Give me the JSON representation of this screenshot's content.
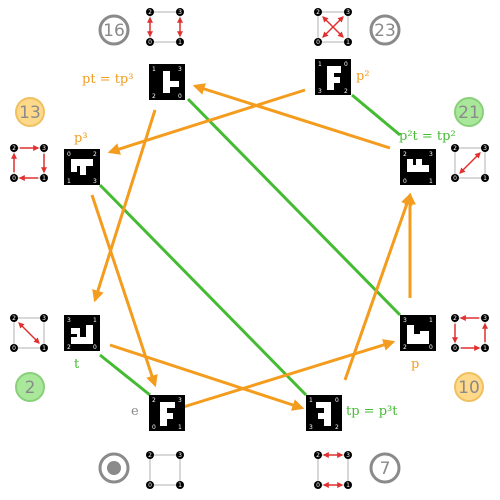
{
  "colors": {
    "orange": "#f39c1e",
    "green": "#44bb33",
    "gray": "#8a8a8a",
    "red": "#e03030",
    "badge_orange_fill": "#ffd98a",
    "badge_orange_stroke": "#f0c060",
    "badge_green_fill": "#a9e89a",
    "badge_green_stroke": "#88d07a"
  },
  "labels": {
    "e": "e",
    "t": "t",
    "p": "p",
    "p3": "p³",
    "p2": "p²",
    "pt_eq_tp3": "pt = tp³",
    "p2t_eq_tp2": "p²t = tp²",
    "tp_eq_p3t": "tp = p³t"
  },
  "badges": [
    {
      "id": "16",
      "text": "16",
      "style": "gray"
    },
    {
      "id": "23",
      "text": "23",
      "style": "gray"
    },
    {
      "id": "13",
      "text": "13",
      "style": "orange"
    },
    {
      "id": "21",
      "text": "21",
      "style": "green"
    },
    {
      "id": "2",
      "text": "2",
      "style": "green"
    },
    {
      "id": "10",
      "text": "10",
      "style": "orange"
    },
    {
      "id": "7",
      "text": "7",
      "style": "gray"
    },
    {
      "id": "id",
      "text": "",
      "style": "gray-dot"
    }
  ],
  "tiles": [
    {
      "id": "pt",
      "digits": [
        "1",
        "3",
        "2",
        "0"
      ]
    },
    {
      "id": "p2",
      "digits": [
        "1",
        "0",
        "3",
        "2"
      ]
    },
    {
      "id": "p3",
      "digits": [
        "0",
        "2",
        "1",
        "3"
      ]
    },
    {
      "id": "p2t",
      "digits": [
        "2",
        "3",
        "0",
        "1"
      ]
    },
    {
      "id": "t",
      "digits": [
        "3",
        "1",
        "2",
        "0"
      ]
    },
    {
      "id": "p",
      "digits": [
        "3",
        "1",
        "2",
        "0"
      ]
    },
    {
      "id": "e",
      "digits": [
        "2",
        "3",
        "0",
        "1"
      ]
    },
    {
      "id": "tp",
      "digits": [
        "1",
        "0",
        "3",
        "2"
      ]
    }
  ],
  "square_digits": [
    "2",
    "3",
    "0",
    "1"
  ]
}
